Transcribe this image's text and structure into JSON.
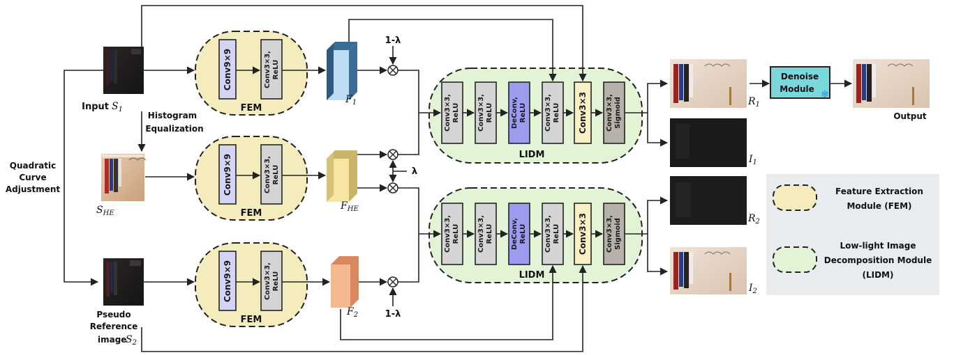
{
  "labels": {
    "input": "Input",
    "input_sym": "S",
    "input_sub": "1",
    "histogram": "Histogram",
    "equalization": "Equalization",
    "quadratic": "Quadratic",
    "curve": "Curve",
    "adjustment": "Adjustment",
    "she_sym": "S",
    "she_sub": "HE",
    "pseudo": "Pseudo",
    "reference": "Reference",
    "image": "image",
    "s2_sym": "S",
    "s2_sub": "2",
    "f1_sym": "F",
    "f1_sub": "1",
    "fhe_sym": "F",
    "fhe_sub": "HE",
    "f2_sym": "F",
    "f2_sub": "2",
    "one_minus_lambda_top": "1-λ",
    "lambda": "λ",
    "one_minus_lambda_bottom": "1-λ",
    "r1_sym": "R",
    "r1_sub": "1",
    "i1_sym": "I",
    "i1_sub": "1",
    "r2_sym": "R",
    "r2_sub": "2",
    "i2_sym": "I",
    "i2_sub": "2",
    "output": "Output"
  },
  "fem": {
    "title": "FEM",
    "conv9": "Conv9×9",
    "conv3_line1": "Conv3×3,",
    "conv3_line2": "ReLU"
  },
  "lidm": {
    "title": "LIDM",
    "b1_line1": "Conv3×3,",
    "b1_line2": "ReLU",
    "b2_line1": "Conv3×3,",
    "b2_line2": "ReLU",
    "b3_line1": "DeConv,",
    "b3_line2": "ReLU",
    "b4_line1": "Conv3×3,",
    "b4_line2": "ReLU",
    "b5": "Conv3×3",
    "b6_line1": "Conv3×3,",
    "b6_line2": "Sigmoid"
  },
  "denoise": {
    "line1": "Denoise",
    "line2": "Module",
    "snowflake": "❄"
  },
  "legend": {
    "fem_line1": "Feature Extraction",
    "fem_line2": "Module (FEM)",
    "lidm_line1": "Low-light Image",
    "lidm_line2": "Decomposition Module",
    "lidm_line3": "(LIDM)"
  },
  "colors": {
    "fem_fill": "#f5ecbd",
    "lidm_fill": "#e3f4d6",
    "conv9_fill": "#d4d4f5",
    "conv_gray": "#d4d4d4",
    "deconv_fill": "#9c9cef",
    "conv3_yellow": "#f8efc4",
    "sigmoid_fill": "#b8b0aa",
    "denoise_fill": "#7ad8dc",
    "legend_bg": "#e9ecef",
    "f1_fill": "#bcdcf3",
    "fhe_fill": "#f7e6a2",
    "f2_fill": "#f5b890"
  }
}
